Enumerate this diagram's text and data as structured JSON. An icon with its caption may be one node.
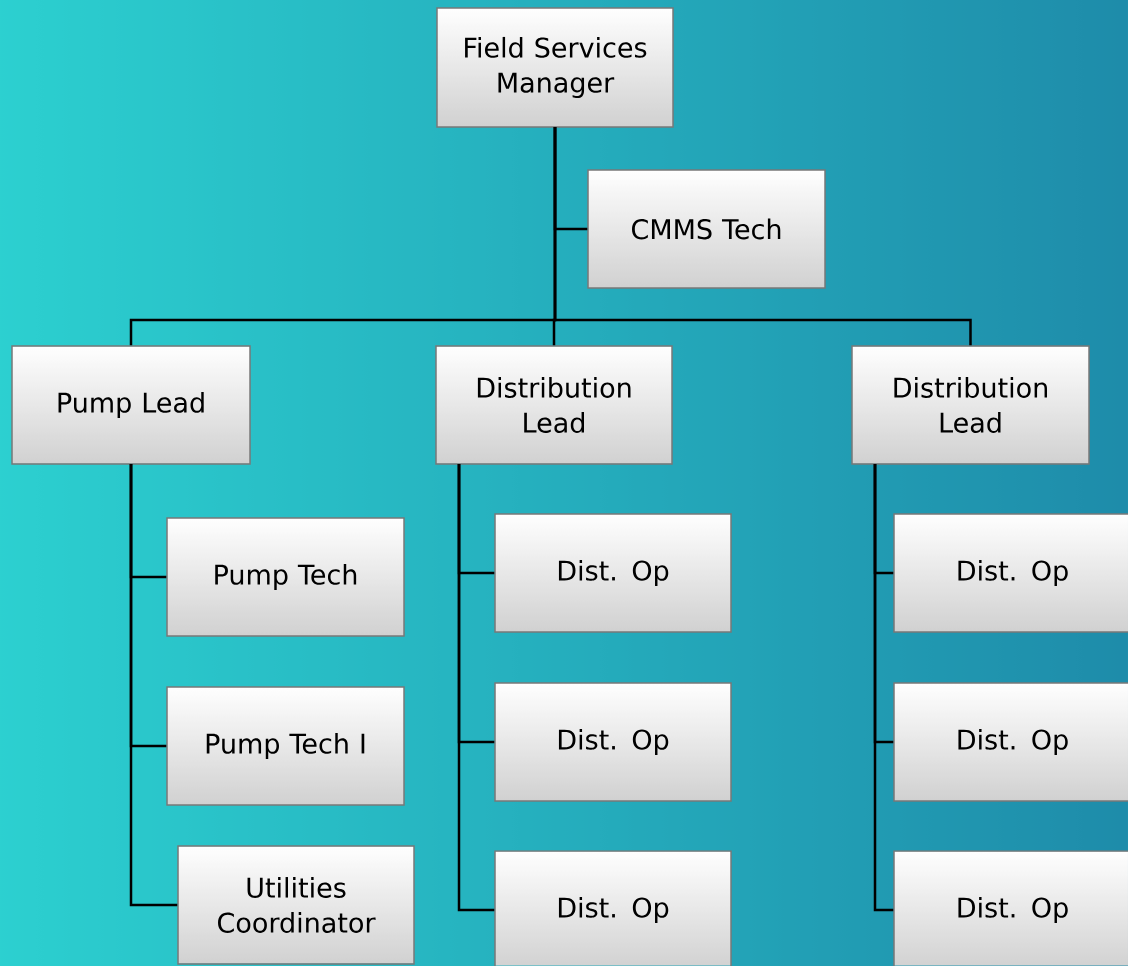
{
  "diagram": {
    "nodes": [
      {
        "text": [
          "Field Services Manager"
        ]
      },
      {
        "text": [
          "CMMS Tech"
        ]
      },
      {
        "text": [
          "Pump Lead"
        ]
      },
      {
        "text": [
          "Distribution Lead"
        ]
      },
      {
        "text": [
          "Distribution Lead"
        ]
      },
      {
        "text": [
          "Pump Tech"
        ]
      },
      {
        "text": [
          "Pump Tech I"
        ]
      },
      {
        "text": [
          "Utilities Coordinator"
        ]
      },
      {
        "text": [
          "Dist. Op"
        ]
      },
      {
        "text": [
          "Dist. Op"
        ]
      },
      {
        "text": [
          "Dist. Op"
        ]
      },
      {
        "text": [
          "Dist. Op"
        ]
      },
      {
        "text": [
          "Dist. Op"
        ]
      },
      {
        "text": [
          "Dist. Op"
        ]
      }
    ],
    "edges": [
      {
        "from": 0,
        "to": 1,
        "arrow": "none"
      },
      {
        "from": 0,
        "to": 2,
        "arrow": "none"
      },
      {
        "from": 0,
        "to": 3,
        "arrow": "none"
      },
      {
        "from": 0,
        "to": 4,
        "arrow": "none"
      },
      {
        "from": 2,
        "to": 5,
        "arrow": "none"
      },
      {
        "from": 2,
        "to": 6,
        "arrow": "none"
      },
      {
        "from": 2,
        "to": 7,
        "arrow": "none"
      },
      {
        "from": 3,
        "to": 8,
        "arrow": "none"
      },
      {
        "from": 3,
        "to": 9,
        "arrow": "none"
      },
      {
        "from": 3,
        "to": 10,
        "arrow": "none"
      },
      {
        "from": 4,
        "to": 11,
        "arrow": "none"
      },
      {
        "from": 4,
        "to": 12,
        "arrow": "none"
      },
      {
        "from": 4,
        "to": 13,
        "arrow": "none"
      }
    ]
  }
}
